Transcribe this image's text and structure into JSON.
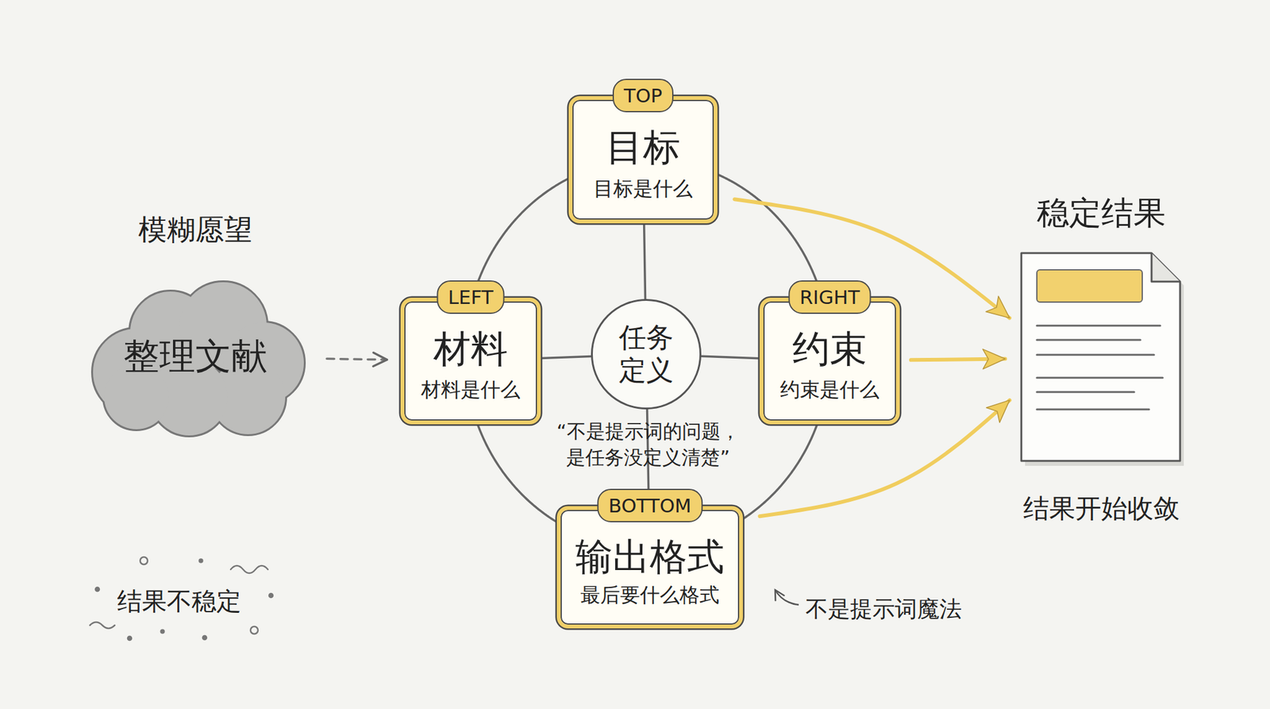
{
  "diagram": {
    "nodes": [
      {
        "text": [
          "模糊愿望",
          "整理文献"
        ]
      },
      {
        "text": [
          "TOP",
          "目标",
          "目标是什么"
        ]
      },
      {
        "text": [
          "LEFT",
          "材料",
          "材料是什么"
        ]
      },
      {
        "text": [
          "任务 定义"
        ]
      },
      {
        "text": [
          "RIGHT",
          "约束",
          "约束是什么"
        ]
      },
      {
        "text": [
          "稳定结果",
          "结果开始收敛"
        ]
      },
      {
        "text": [
          "BOTTOM",
          "输出格式",
          "最后要什么格式"
        ]
      }
    ],
    "edges": [
      {
        "from": 0,
        "to": 2,
        "arrow": "to"
      },
      {
        "from": 1,
        "to": 2,
        "arrow": "none"
      },
      {
        "from": 1,
        "to": 4,
        "arrow": "none"
      },
      {
        "from": 2,
        "to": 6,
        "arrow": "none"
      },
      {
        "from": 4,
        "to": 6,
        "arrow": "none"
      },
      {
        "from": 3,
        "to": 1,
        "arrow": "none"
      },
      {
        "from": 3,
        "to": 2,
        "arrow": "none"
      },
      {
        "from": 3,
        "to": 4,
        "arrow": "none"
      },
      {
        "from": 3,
        "to": 6,
        "arrow": "none"
      },
      {
        "from": 1,
        "to": 5,
        "arrow": "to"
      },
      {
        "from": 4,
        "to": 5,
        "arrow": "to"
      },
      {
        "from": 6,
        "to": 5,
        "arrow": "to"
      }
    ],
    "labels": [
      "“不是提示词的问题， 是任务没定义清楚”",
      "结果不稳定",
      "不是提示词魔法"
    ]
  }
}
